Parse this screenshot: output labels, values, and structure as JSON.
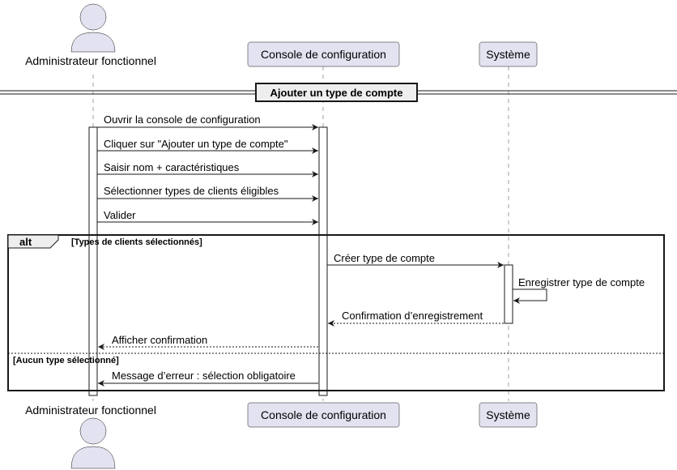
{
  "participants": {
    "admin": "Administrateur fonctionnel",
    "console": "Console de configuration",
    "system": "Système"
  },
  "divider_title": "Ajouter un type de compte",
  "messages": {
    "open_console": "Ouvrir la console de configuration",
    "click_add": "Cliquer sur \"Ajouter un type de compte\"",
    "enter_name": "Saisir nom + caractéristiques",
    "select_types": "Sélectionner types de clients éligibles",
    "validate": "Valider",
    "create_type": "Créer type de compte",
    "save_type": "Enregistrer type de compte",
    "confirm_save": "Confirmation d’enregistrement",
    "show_confirm": "Afficher confirmation",
    "error_msg": "Message d’erreur : sélection obligatoire"
  },
  "alt": {
    "keyword": "alt",
    "guard_1": "[Types de clients sélectionnés]",
    "guard_2": "[Aucun type sélectionné]"
  },
  "colors": {
    "participant_fill": "#E2E2F0",
    "participant_stroke": "#181818",
    "actor_fill": "#E2E2F0",
    "lifeline": "#A0A0A0",
    "line": "#181818"
  },
  "icons": {
    "actor": "person-icon"
  }
}
